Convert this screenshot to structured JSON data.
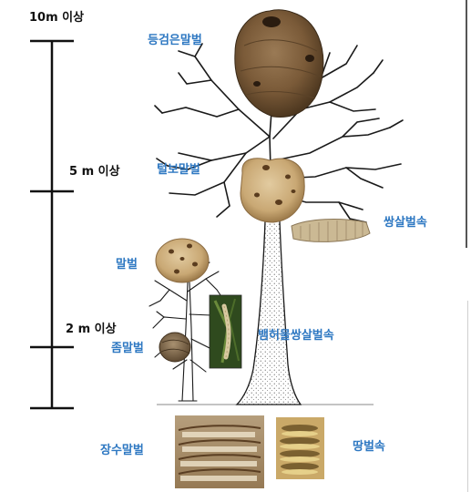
{
  "colors": {
    "label_blue": "#2e78c2",
    "scale_black": "#111111",
    "nest_brown": "#8a6a45",
    "nest_tan": "#c8a878",
    "tree_line": "#1a1a1a"
  },
  "scale": {
    "marks": [
      {
        "label": "10m 이상"
      },
      {
        "label": "5 m 이상"
      },
      {
        "label": "2 m 이상"
      }
    ]
  },
  "species": {
    "dung_geom_eun": "등검은말벌",
    "teol_bo": "털보말벌",
    "ssang_sal_sok": "쌍살벌속",
    "mal_beol": "말벌",
    "jom_mal_beol": "좀말벌",
    "baem_heo_mul": "뱀허물쌍살벌속",
    "jang_su": "장수말벌",
    "ttang_beol_sok": "땅벌속"
  }
}
